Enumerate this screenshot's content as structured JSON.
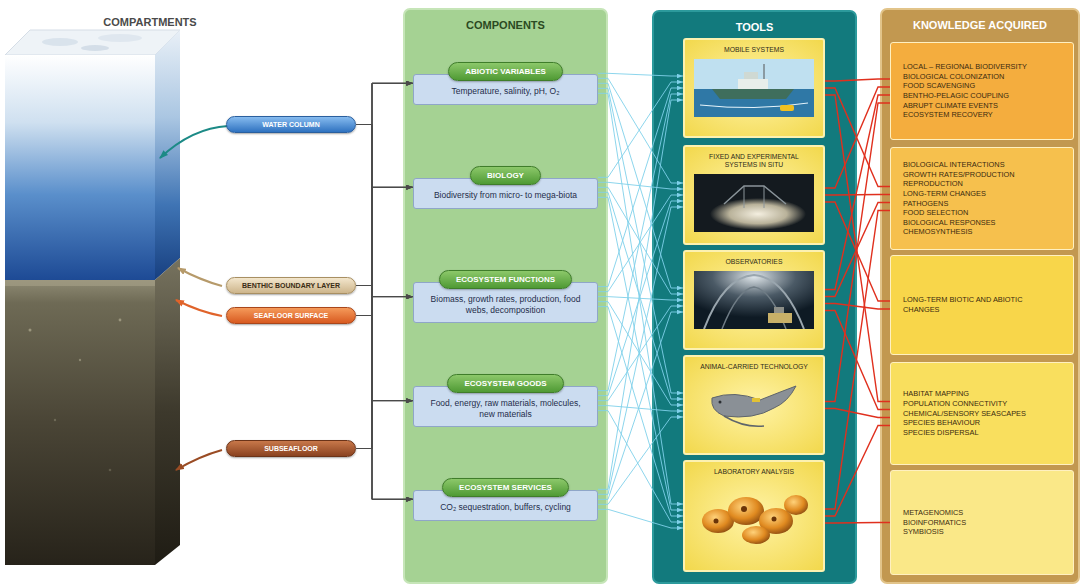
{
  "diagram": {
    "nodes": [
      {
        "text": [
          "WATER COLUMN"
        ]
      },
      {
        "text": [
          "BENTHIC BOUNDARY LAYER"
        ]
      },
      {
        "text": [
          "SEAFLOOR SURFACE"
        ]
      },
      {
        "text": [
          "SUBSEAFLOOR"
        ]
      },
      {
        "text": [
          "COMPONENTS"
        ]
      },
      {
        "text": [
          "ABIOTIC VARIABLES",
          "Temperature, salinity, pH, O₂"
        ],
        "in": 4
      },
      {
        "text": [
          "BIOLOGY",
          "Biodiversity from micro- to mega-biota"
        ],
        "in": 4
      },
      {
        "text": [
          "ECOSYSTEM FUNCTIONS",
          "Biomass, growth rates, production, food webs, decomposition"
        ],
        "in": 4
      },
      {
        "text": [
          "ECOSYSTEM GOODS",
          "Food, energy, raw materials, molecules, new materials"
        ],
        "in": 4
      },
      {
        "text": [
          "ECOSYSTEM SERVICES",
          "CO₂ sequestration, buffers, cycling"
        ],
        "in": 4
      },
      {
        "text": [
          "TOOLS"
        ]
      },
      {
        "text": [
          "MOBILE SYSTEMS"
        ],
        "in": 10
      },
      {
        "text": [
          "FIXED AND EXPERIMENTAL SYSTEMS IN SITU"
        ],
        "in": 10
      },
      {
        "text": [
          "OBSERVATORIES"
        ],
        "in": 10
      },
      {
        "text": [
          "ANIMAL-CARRIED TECHNOLOGY"
        ],
        "in": 10
      },
      {
        "text": [
          "LABORATORY ANALYSIS"
        ],
        "in": 10
      },
      {
        "text": [
          "KNOWLEDGE ACQUIRED"
        ]
      },
      {
        "text": [
          "LOCAL – REGIONAL BIODIVERSITY",
          "BIOLOGICAL COLONIZATION",
          "FOOD SCAVENGING",
          "BENTHO-PELAGIC COUPLING",
          "ABRUPT CLIMATE EVENTS",
          "ECOSYSTEM RECOVERY"
        ],
        "in": 16
      },
      {
        "text": [
          "BIOLOGICAL INTERACTIONS",
          "GROWTH RATES/PRODUCTION",
          "REPRODUCTION",
          "LONG-TERM CHANGES",
          "PATHOGENS",
          "FOOD SELECTION",
          "BIOLOGICAL RESPONSES",
          "CHEMOSYNTHESIS"
        ],
        "in": 16
      },
      {
        "text": [
          "LONG-TERM BIOTIC AND ABIOTIC CHANGES"
        ],
        "in": 16
      },
      {
        "text": [
          "HABITAT MAPPING",
          "POPULATION CONNECTIVITY",
          "CHEMICAL/SENSORY SEASCAPES",
          "SPECIES BEHAVIOUR",
          "SPECIES DISPERSAL"
        ],
        "in": 16
      },
      {
        "text": [
          "METAGENOMICS",
          "BIOINFORMATICS",
          "SYMBIOSIS"
        ],
        "in": 16
      }
    ],
    "edges": [
      {
        "from": 0,
        "to": 5,
        "arrow": "to"
      },
      {
        "from": 0,
        "to": 6,
        "arrow": "to"
      },
      {
        "from": 0,
        "to": 7,
        "arrow": "to"
      },
      {
        "from": 0,
        "to": 8,
        "arrow": "to"
      },
      {
        "from": 0,
        "to": 9,
        "arrow": "to"
      },
      {
        "from": 1,
        "to": 5,
        "arrow": "to"
      },
      {
        "from": 1,
        "to": 6,
        "arrow": "to"
      },
      {
        "from": 1,
        "to": 7,
        "arrow": "to"
      },
      {
        "from": 1,
        "to": 8,
        "arrow": "to"
      },
      {
        "from": 1,
        "to": 9,
        "arrow": "to"
      },
      {
        "from": 2,
        "to": 5,
        "arrow": "to"
      },
      {
        "from": 2,
        "to": 6,
        "arrow": "to"
      },
      {
        "from": 2,
        "to": 7,
        "arrow": "to"
      },
      {
        "from": 2,
        "to": 8,
        "arrow": "to"
      },
      {
        "from": 2,
        "to": 9,
        "arrow": "to"
      },
      {
        "from": 3,
        "to": 5,
        "arrow": "to"
      },
      {
        "from": 3,
        "to": 6,
        "arrow": "to"
      },
      {
        "from": 3,
        "to": 7,
        "arrow": "to"
      },
      {
        "from": 3,
        "to": 8,
        "arrow": "to"
      },
      {
        "from": 3,
        "to": 9,
        "arrow": "to"
      },
      {
        "from": 5,
        "to": 11,
        "arrow": "to"
      },
      {
        "from": 5,
        "to": 12,
        "arrow": "to"
      },
      {
        "from": 5,
        "to": 13,
        "arrow": "to"
      },
      {
        "from": 5,
        "to": 14,
        "arrow": "to"
      },
      {
        "from": 5,
        "to": 15,
        "arrow": "to"
      },
      {
        "from": 6,
        "to": 11,
        "arrow": "to"
      },
      {
        "from": 6,
        "to": 12,
        "arrow": "to"
      },
      {
        "from": 6,
        "to": 13,
        "arrow": "to"
      },
      {
        "from": 6,
        "to": 14,
        "arrow": "to"
      },
      {
        "from": 6,
        "to": 15,
        "arrow": "to"
      },
      {
        "from": 7,
        "to": 11,
        "arrow": "to"
      },
      {
        "from": 7,
        "to": 12,
        "arrow": "to"
      },
      {
        "from": 7,
        "to": 13,
        "arrow": "to"
      },
      {
        "from": 7,
        "to": 14,
        "arrow": "to"
      },
      {
        "from": 7,
        "to": 15,
        "arrow": "to"
      },
      {
        "from": 8,
        "to": 11,
        "arrow": "to"
      },
      {
        "from": 8,
        "to": 12,
        "arrow": "to"
      },
      {
        "from": 8,
        "to": 13,
        "arrow": "to"
      },
      {
        "from": 8,
        "to": 14,
        "arrow": "to"
      },
      {
        "from": 8,
        "to": 15,
        "arrow": "to"
      },
      {
        "from": 9,
        "to": 11,
        "arrow": "to"
      },
      {
        "from": 9,
        "to": 12,
        "arrow": "to"
      },
      {
        "from": 9,
        "to": 13,
        "arrow": "to"
      },
      {
        "from": 9,
        "to": 14,
        "arrow": "to"
      },
      {
        "from": 9,
        "to": 15,
        "arrow": "to"
      },
      {
        "from": 11,
        "to": 17,
        "arrow": "none"
      },
      {
        "from": 11,
        "to": 18,
        "arrow": "none"
      },
      {
        "from": 11,
        "to": 20,
        "arrow": "none"
      },
      {
        "from": 12,
        "to": 17,
        "arrow": "none"
      },
      {
        "from": 12,
        "to": 18,
        "arrow": "none"
      },
      {
        "from": 12,
        "to": 19,
        "arrow": "none"
      },
      {
        "from": 13,
        "to": 17,
        "arrow": "none"
      },
      {
        "from": 13,
        "to": 18,
        "arrow": "none"
      },
      {
        "from": 13,
        "to": 19,
        "arrow": "none"
      },
      {
        "from": 13,
        "to": 20,
        "arrow": "none"
      },
      {
        "from": 14,
        "to": 17,
        "arrow": "none"
      },
      {
        "from": 14,
        "to": 20,
        "arrow": "none"
      },
      {
        "from": 15,
        "to": 18,
        "arrow": "none"
      },
      {
        "from": 15,
        "to": 20,
        "arrow": "none"
      },
      {
        "from": 15,
        "to": 21,
        "arrow": "none"
      }
    ],
    "labels": [
      "COMPARTMENTS"
    ]
  }
}
